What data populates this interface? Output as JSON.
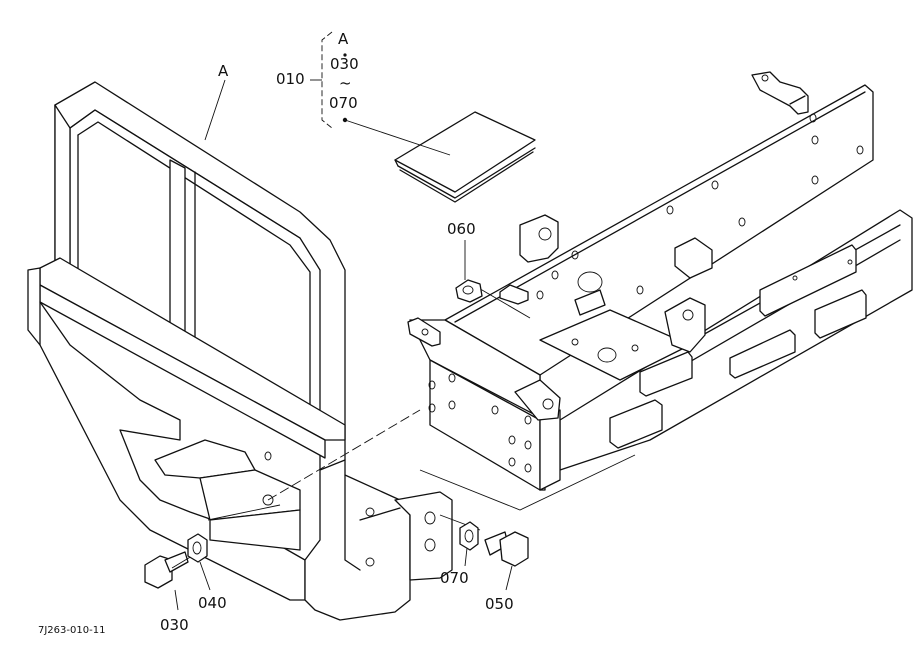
{
  "diagram": {
    "callouts": {
      "a_top": "A",
      "kit_ref": "010",
      "kit_a": "A",
      "kit_start": "030",
      "kit_tilde": "~",
      "kit_end": "070",
      "p060": "060",
      "p030": "030",
      "p040": "040",
      "p070": "070",
      "p050": "050"
    },
    "figure_code": "7J263-010-11"
  }
}
